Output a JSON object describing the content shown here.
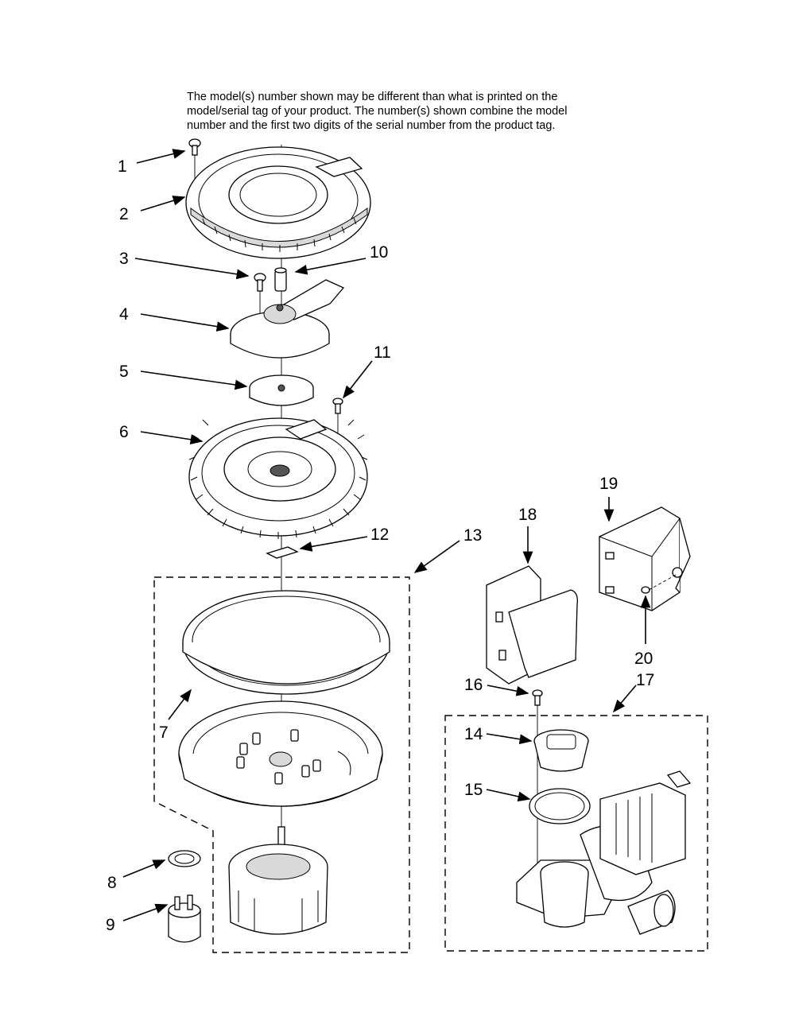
{
  "note": {
    "line1": "The model(s) number shown may be different than what is printed on the",
    "line2": "model/serial tag of your product. The number(s) shown combine the model",
    "line3": "number and the first two digits of the serial number from the product tag."
  },
  "callouts": [
    "1",
    "2",
    "3",
    "4",
    "5",
    "6",
    "7",
    "8",
    "9",
    "10",
    "11",
    "12",
    "13",
    "14",
    "15",
    "16",
    "17",
    "18",
    "19",
    "20"
  ]
}
